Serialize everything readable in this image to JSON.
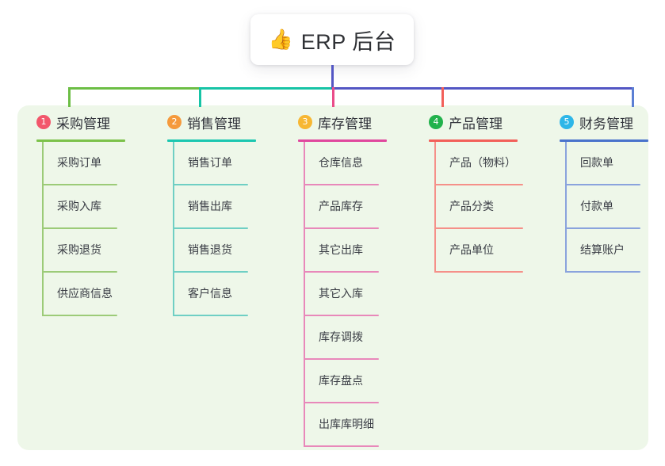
{
  "root": {
    "emoji": "👍",
    "emoji_name": "thumbs-up-emoji",
    "title": "ERP 后台"
  },
  "theme": {
    "panel_bg": "#eef7e9",
    "page_bg": "#ffffff",
    "root_text": "#2f3135",
    "trunk_green": "#6cbe45",
    "trunk_teal": "#17c4a6",
    "trunk_purple": "#5356c4",
    "drop_green": "#6cbe45",
    "drop_teal": "#17c4a6",
    "drop_pink": "#ea4c89",
    "drop_red": "#f2605a",
    "drop_blue": "#5b7fd4"
  },
  "columns": [
    {
      "number": "1",
      "title": "采购管理",
      "badge_color": "#f2566b",
      "rule_color": "#7cc24a",
      "line_color": "#9ccb78",
      "items": [
        "采购订单",
        "采购入库",
        "采购退货",
        "供应商信息"
      ]
    },
    {
      "number": "2",
      "title": "销售管理",
      "badge_color": "#f59a3c",
      "rule_color": "#1cc7b0",
      "line_color": "#6fcfc4",
      "items": [
        "销售订单",
        "销售出库",
        "销售退货",
        "客户信息"
      ]
    },
    {
      "number": "3",
      "title": "库存管理",
      "badge_color": "#f7b733",
      "rule_color": "#e0489e",
      "line_color": "#e888ba",
      "items": [
        "仓库信息",
        "产品库存",
        "其它出库",
        "其它入库",
        "库存调拨",
        "库存盘点",
        "出库库明细"
      ]
    },
    {
      "number": "4",
      "title": "产品管理",
      "badge_color": "#22b24c",
      "rule_color": "#f2605a",
      "line_color": "#f59089",
      "items": [
        "产品（物料）",
        "产品分类",
        "产品单位"
      ]
    },
    {
      "number": "5",
      "title": "财务管理",
      "badge_color": "#2eb6e8",
      "rule_color": "#4a73cc",
      "line_color": "#8aa3dd",
      "items": [
        "回款单",
        "付款单",
        "结算账户"
      ]
    }
  ]
}
